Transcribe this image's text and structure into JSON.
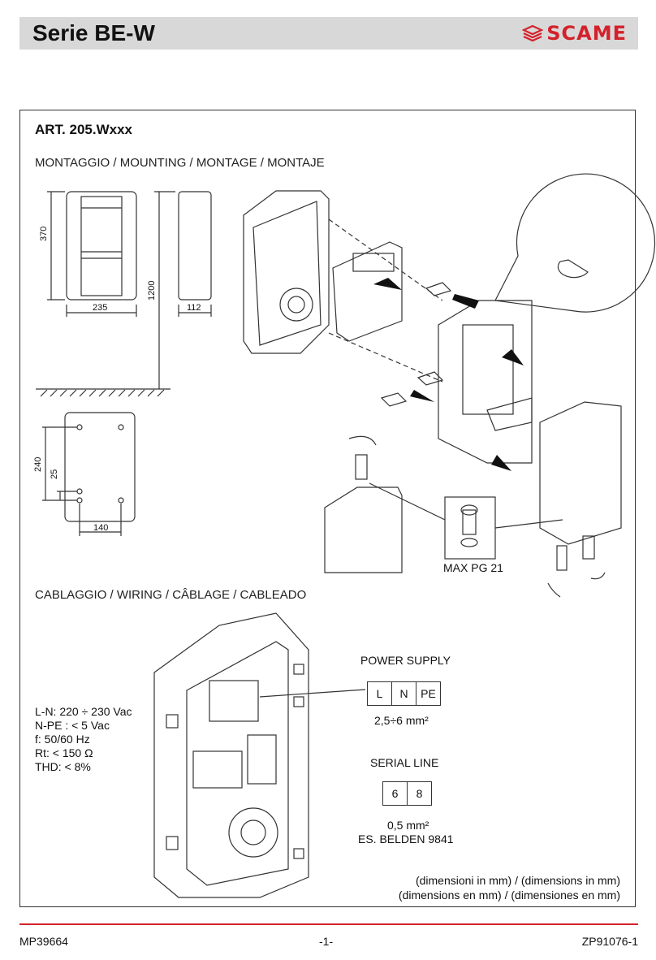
{
  "header": {
    "title": "Serie BE-W",
    "brand": "SCAME",
    "brand_color": "#d4202a",
    "header_bg": "#d8d8d8"
  },
  "article": "ART. 205.Wxxx",
  "mounting": {
    "title": "MONTAGGIO / MOUNTING / MONTAGE / MONTAJE",
    "dims": {
      "height": "370",
      "width": "235",
      "depth": "112",
      "mount_height": "1200",
      "hole_vertical": "240",
      "hole_offset": "25",
      "hole_horizontal": "140"
    },
    "gland_label": "MAX PG 21"
  },
  "wiring": {
    "title": "CABLAGGIO / WIRING / CÂBLAGE / CABLEADO",
    "specs": [
      "L-N: 220 ÷ 230 Vac",
      "N-PE : < 5 Vac",
      "f: 50/60 Hz",
      "Rt: < 150 Ω",
      "THD: < 8%"
    ],
    "power_supply": {
      "title": "POWER SUPPLY",
      "terminals": [
        "L",
        "N",
        "PE"
      ],
      "section": "2,5÷6 mm²"
    },
    "serial_line": {
      "title": "SERIAL LINE",
      "terminals": [
        "6",
        "8"
      ],
      "section": "0,5 mm²",
      "cable": "ES. BELDEN 9841"
    }
  },
  "units_note": {
    "line1": "(dimensioni in mm) / (dimensions in mm)",
    "line2": "(dimensions en mm) / (dimensiones en mm)"
  },
  "footer": {
    "left": "MP39664",
    "center": "-1-",
    "right": "ZP91076-1"
  }
}
